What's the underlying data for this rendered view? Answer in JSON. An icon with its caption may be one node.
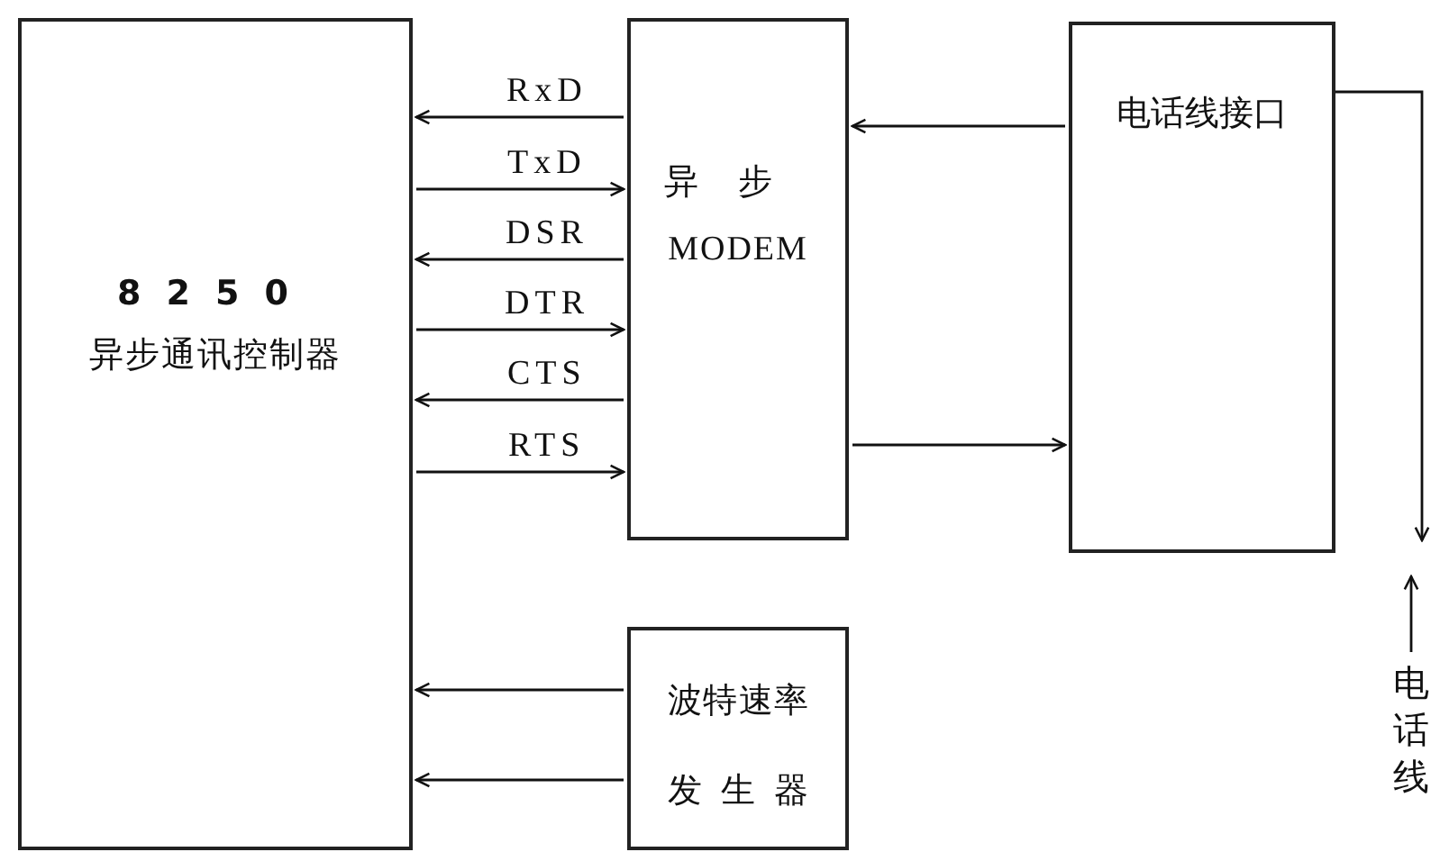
{
  "diagram": {
    "nodes": [
      {
        "text": [
          "8250",
          "异步通讯控制器"
        ]
      },
      {
        "text": [
          "异步",
          "MODEM"
        ]
      },
      {
        "text": [
          "电话线接口"
        ]
      },
      {
        "text": [
          "波特速率发生器"
        ]
      },
      {
        "text": [
          "电话线"
        ]
      }
    ],
    "edges": [
      {
        "from": 1,
        "to": 0,
        "arrow": "to",
        "label": "RxD"
      },
      {
        "from": 0,
        "to": 1,
        "arrow": "to",
        "label": "TxD"
      },
      {
        "from": 1,
        "to": 0,
        "arrow": "to",
        "label": "DSR"
      },
      {
        "from": 0,
        "to": 1,
        "arrow": "to",
        "label": "DTR"
      },
      {
        "from": 1,
        "to": 0,
        "arrow": "to",
        "label": "CTS"
      },
      {
        "from": 0,
        "to": 1,
        "arrow": "to",
        "label": "RTS"
      },
      {
        "from": 2,
        "to": 1,
        "arrow": "to"
      },
      {
        "from": 1,
        "to": 2,
        "arrow": "to"
      },
      {
        "from": 3,
        "to": 0,
        "arrow": "to"
      },
      {
        "from": 3,
        "to": 0,
        "arrow": "to"
      },
      {
        "from": 2,
        "to": null,
        "arrow": "to"
      },
      {
        "from": 4,
        "to": null,
        "arrow": "to"
      }
    ]
  }
}
